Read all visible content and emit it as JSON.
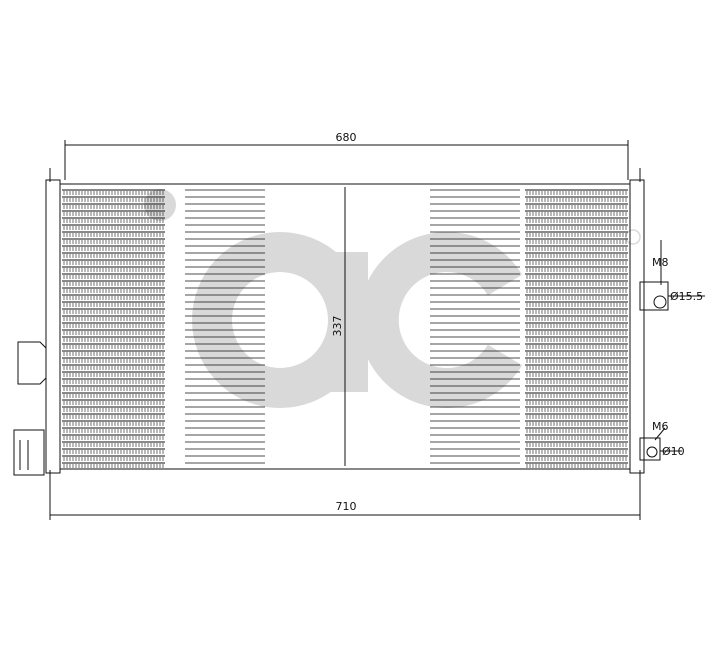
{
  "drawing": {
    "dimensions": {
      "top_width": "680",
      "height": "337",
      "overall_width": "710"
    },
    "fittings": {
      "upper_thread": "M8",
      "upper_diameter": "Ø15.5",
      "lower_thread": "M6",
      "lower_diameter": "Ø10"
    },
    "watermark": {
      "text": "ac",
      "color": "#d9d9d9"
    },
    "line_color": "#111111"
  }
}
